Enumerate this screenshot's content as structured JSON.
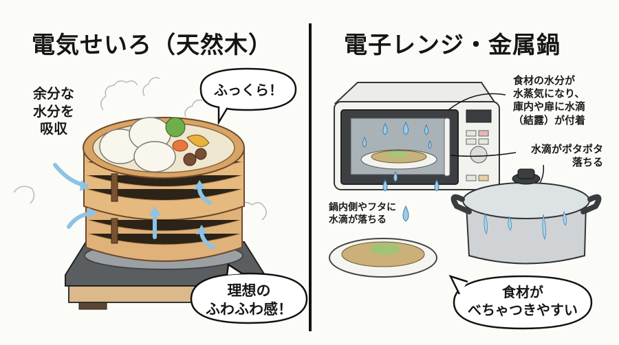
{
  "left_panel": {
    "title": "電気せいろ（天然木）",
    "annotation_absorb": [
      "余分な",
      "水分を",
      "吸収"
    ],
    "bubble_top": "ふっくら！",
    "bubble_bottom": [
      "理想の",
      "ふわふわ感！"
    ],
    "illustration": {
      "subject": "two-tier bamboo steamer on electric base",
      "contents": [
        "steamed buns",
        "broccoli",
        "carrot",
        "pumpkin",
        "shiitake mushrooms"
      ],
      "steam_arrow_color": "#8cc3e6",
      "wood_color": "#d9a76a"
    }
  },
  "right_panel": {
    "title": "電子レンジ・金属鍋",
    "annotation_condensation": [
      "食材の水分が",
      "水蒸気になり、",
      "庫内や扉に水滴",
      "（結露）が付着"
    ],
    "annotation_drip": [
      "水滴がポタポタ",
      "落ちる"
    ],
    "annotation_pot": [
      "鍋内側やフタに",
      "水滴が落ちる"
    ],
    "bubble_bottom": [
      "食材が",
      "べちゃつきやすい"
    ],
    "illustration": {
      "subjects": [
        "microwave oven with condensation",
        "stainless steel pot",
        "plate of soggy food"
      ],
      "droplet_color": "#9fcbe8",
      "metal_color": "#c9ccd0"
    }
  },
  "colors": {
    "background": "#fbfbf7",
    "text": "#151515",
    "divider": "#111111"
  }
}
